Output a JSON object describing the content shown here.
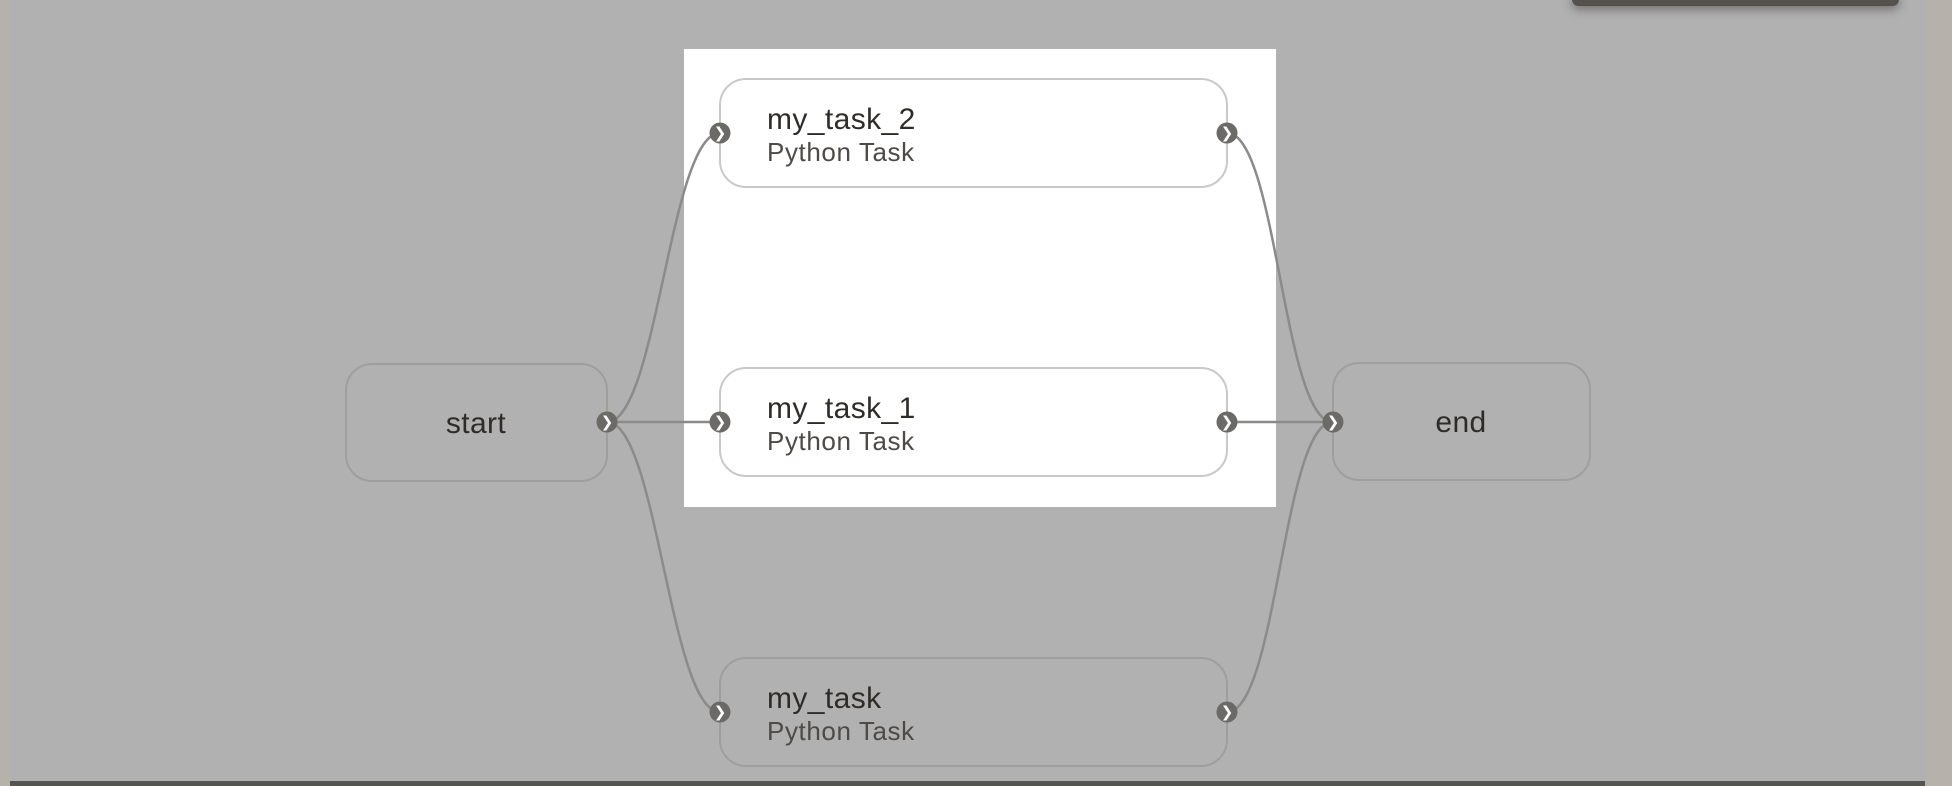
{
  "canvas": {
    "type": "workflow-graph"
  },
  "icons": {
    "port_arrow": "❯"
  },
  "colors": {
    "canvas_bg": "#b1b1b1",
    "frame_bg": "#b6b1aa",
    "group_panel_bg": "#ffffff",
    "edge": "#8b8b8b",
    "node_border_on_canvas": "#9e9e9e",
    "node_border_on_panel": "#c9c9c9",
    "node_title": "#2e2b28",
    "node_subtitle": "#4d4a47",
    "port_bg": "#6c6a66",
    "bottom_bar": "#545450",
    "cutoff_bar": "#55524e"
  },
  "graph": {
    "nodes": [
      {
        "id": "start",
        "label": "start",
        "kind": "terminal"
      },
      {
        "id": "my_task_2",
        "label": "my_task_2",
        "sublabel": "Python Task",
        "kind": "task"
      },
      {
        "id": "my_task_1",
        "label": "my_task_1",
        "sublabel": "Python Task",
        "kind": "task"
      },
      {
        "id": "my_task",
        "label": "my_task",
        "sublabel": "Python Task",
        "kind": "task"
      },
      {
        "id": "end",
        "label": "end",
        "kind": "terminal"
      }
    ],
    "edges": [
      {
        "from": "start",
        "to": "my_task_2"
      },
      {
        "from": "start",
        "to": "my_task_1"
      },
      {
        "from": "start",
        "to": "my_task"
      },
      {
        "from": "my_task_2",
        "to": "end"
      },
      {
        "from": "my_task_1",
        "to": "end"
      },
      {
        "from": "my_task",
        "to": "end"
      }
    ]
  }
}
